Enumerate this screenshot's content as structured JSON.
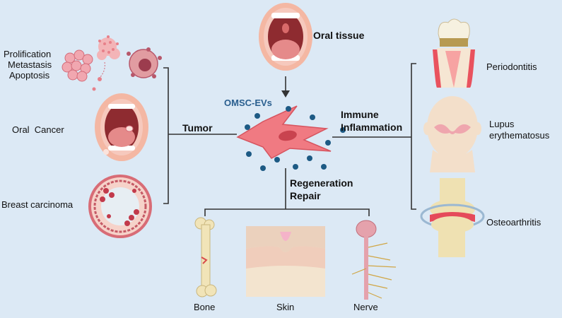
{
  "center": {
    "source_label": "Oral tissue",
    "vesicle_label": "OMSC-EVs"
  },
  "branches": {
    "tumor": "Tumor",
    "immune_line1": "Immune",
    "immune_line2": "Inflammation",
    "regen_line1": "Regeneration",
    "regen_line2": "Repair"
  },
  "tumor_items": {
    "process_1": "Prolification",
    "process_2": "Metastasis",
    "process_3": "Apoptosis",
    "oral_cancer": "Oral  Cancer",
    "breast": "Breast carcinoma"
  },
  "immune_items": {
    "periodontitis": "Periodontitis",
    "lupus_1": "Lupus",
    "lupus_2": "erythematosus",
    "osteoarthritis": "Osteoarthritis"
  },
  "regen_items": {
    "bone": "Bone",
    "skin": "Skin",
    "nerve": "Nerve"
  },
  "colors": {
    "background": "#dce9f5",
    "vesicle": "#1d5a84",
    "vesicle_label": "#2a5f8f",
    "cell": "#f07a82",
    "nucleus": "#c9434f",
    "tissue_pink": "#f2b3ae",
    "bone": "#f1e4b8"
  }
}
